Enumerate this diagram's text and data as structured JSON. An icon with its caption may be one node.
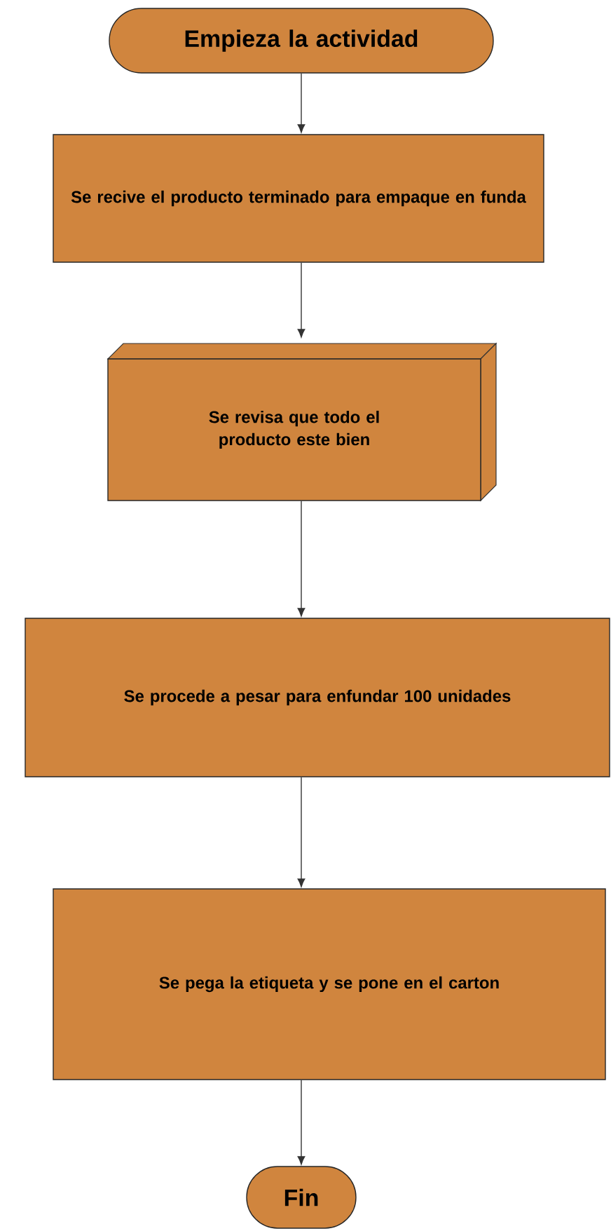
{
  "diagram": {
    "nodes": [
      {
        "text": [
          "Empieza la actividad"
        ]
      },
      {
        "text": [
          "Se recive el producto terminado para empaque en funda"
        ]
      },
      {
        "text": [
          "Se revisa que todo el producto este bien"
        ]
      },
      {
        "text": [
          "Se procede a pesar para enfundar 100 unidades"
        ]
      },
      {
        "text": [
          "Se pega la etiqueta y se pone en el carton"
        ]
      },
      {
        "text": [
          "Fin"
        ]
      }
    ],
    "edges": [
      {
        "from": 0,
        "to": 1,
        "arrow": "to"
      },
      {
        "from": 1,
        "to": 2,
        "arrow": "to"
      },
      {
        "from": 2,
        "to": 3,
        "arrow": "to"
      },
      {
        "from": 3,
        "to": 4,
        "arrow": "to"
      },
      {
        "from": 4,
        "to": 5,
        "arrow": "to"
      }
    ]
  }
}
